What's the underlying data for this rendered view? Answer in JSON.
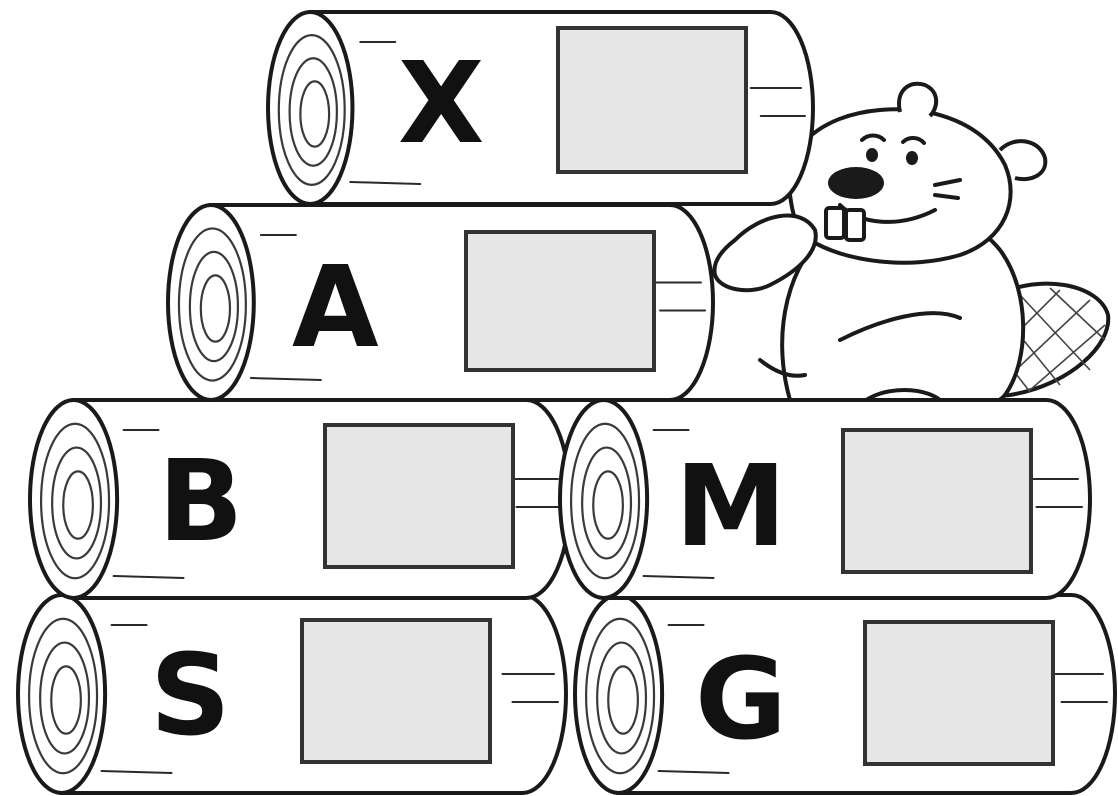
{
  "logs": [
    {
      "id": "x",
      "letter": "X"
    },
    {
      "id": "a",
      "letter": "A"
    },
    {
      "id": "b",
      "letter": "B"
    },
    {
      "id": "m",
      "letter": "M"
    },
    {
      "id": "s",
      "letter": "S"
    },
    {
      "id": "g",
      "letter": "G"
    }
  ],
  "colors": {
    "box_fill": "#e6e6e6",
    "outline": "#1a1a1a"
  },
  "icons": {
    "character": "beaver-icon",
    "log_end": "tree-ring-icon"
  }
}
